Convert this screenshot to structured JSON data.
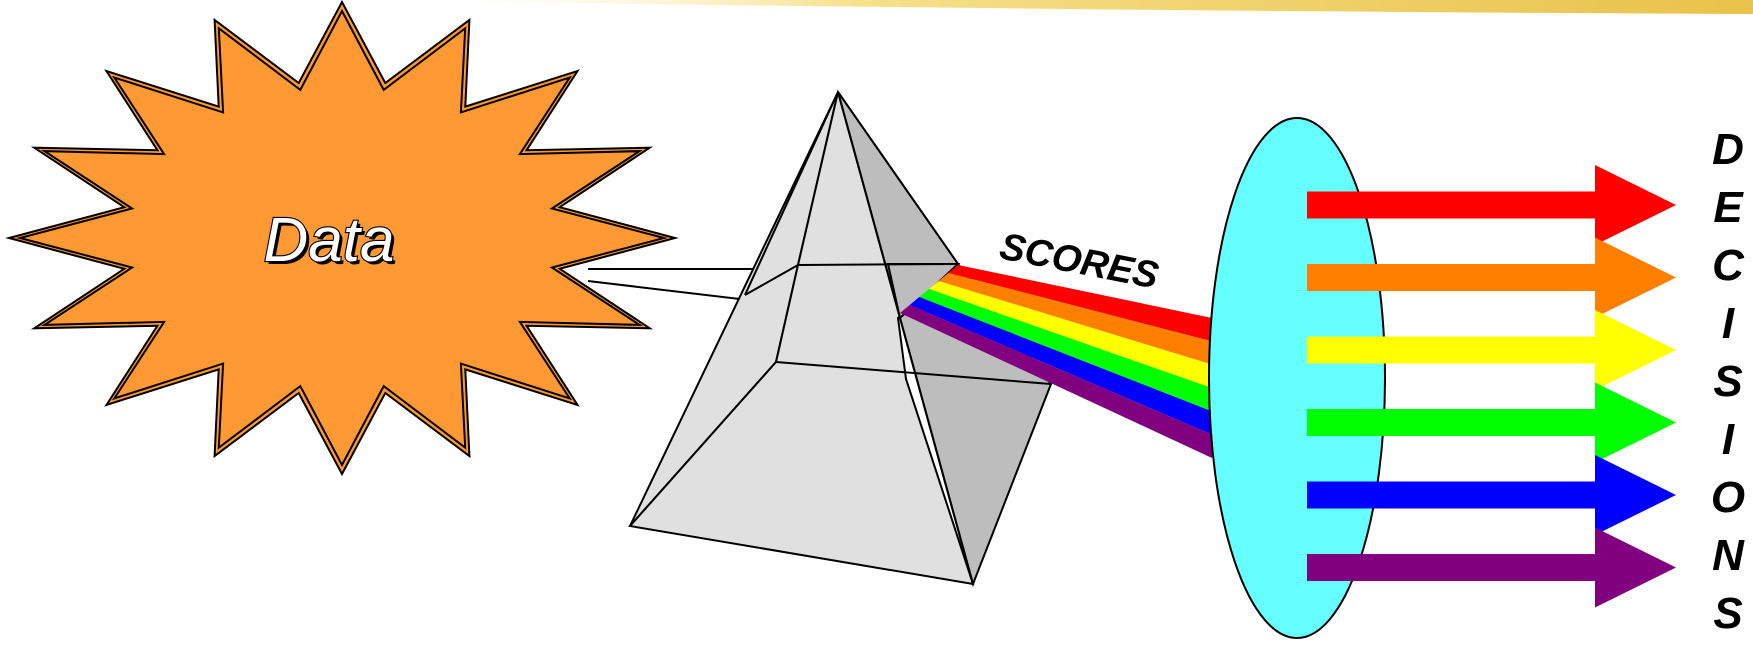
{
  "diagram": {
    "data_label": "Data",
    "scores_label": "SCORES",
    "decisions_letters": [
      "D",
      "E",
      "C",
      "I",
      "S",
      "I",
      "O",
      "N",
      "S"
    ],
    "colors": {
      "starburst_fill": "#FF9933",
      "starburst_outline": "#000000",
      "prism_light": "#E0E0E0",
      "prism_dark": "#BDBDBD",
      "lens_fill": "#66FFFF",
      "top_band": "#F0D060"
    },
    "beam_colors": [
      "#FF0000",
      "#FF8000",
      "#FFFF00",
      "#00FF00",
      "#0000FF",
      "#800080"
    ],
    "arrow_colors": [
      "#FF0000",
      "#FF8000",
      "#FFFF00",
      "#00FF00",
      "#0000FF",
      "#800080"
    ]
  }
}
